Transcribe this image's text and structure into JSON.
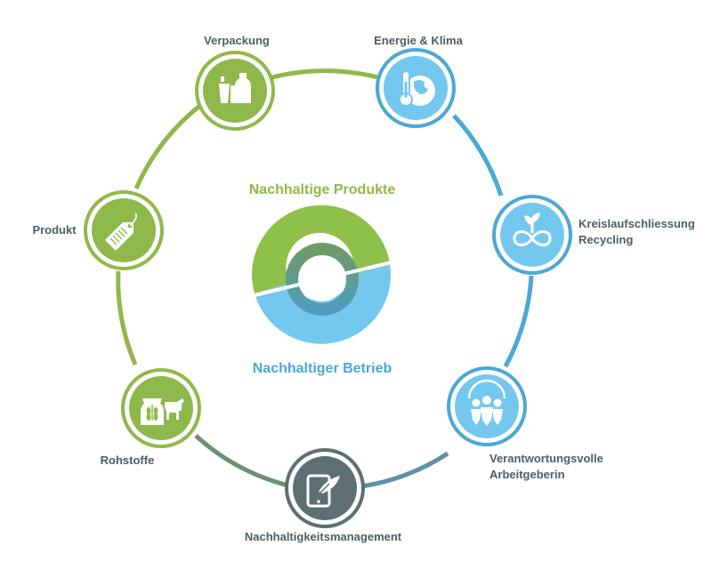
{
  "colors": {
    "green": "#8fb84a",
    "blue": "#4ba8d4",
    "dark": "#5d6f73",
    "light_blue": "#74c8ef",
    "label": "#4d5d64"
  },
  "center": {
    "top_label": "Nachhaltige Produkte",
    "bottom_label": "Nachhaltiger Betrieb"
  },
  "nodes": [
    {
      "id": "verpackung",
      "label": "Verpackung",
      "icon": "packaging-icon",
      "color": "green"
    },
    {
      "id": "energie",
      "label": "Energie & Klima",
      "icon": "thermometer-globe-icon",
      "color": "blue"
    },
    {
      "id": "kreislauf",
      "label_lines": [
        "Kreislaufschliessung",
        "Recycling"
      ],
      "icon": "recycling-infinity-icon",
      "color": "blue"
    },
    {
      "id": "verantwortung",
      "label_lines": [
        "Verantwortungsvolle",
        "Arbeitgeberin"
      ],
      "icon": "people-icon",
      "color": "blue"
    },
    {
      "id": "management",
      "label": "Nachhaltigkeitsmanagement",
      "icon": "tablet-leaf-icon",
      "color": "dark"
    },
    {
      "id": "rohstoffe",
      "label": "Rohstoffe",
      "icon": "grain-cow-icon",
      "color": "green"
    },
    {
      "id": "produkt",
      "label": "Produkt",
      "icon": "price-tag-icon",
      "color": "green"
    }
  ]
}
